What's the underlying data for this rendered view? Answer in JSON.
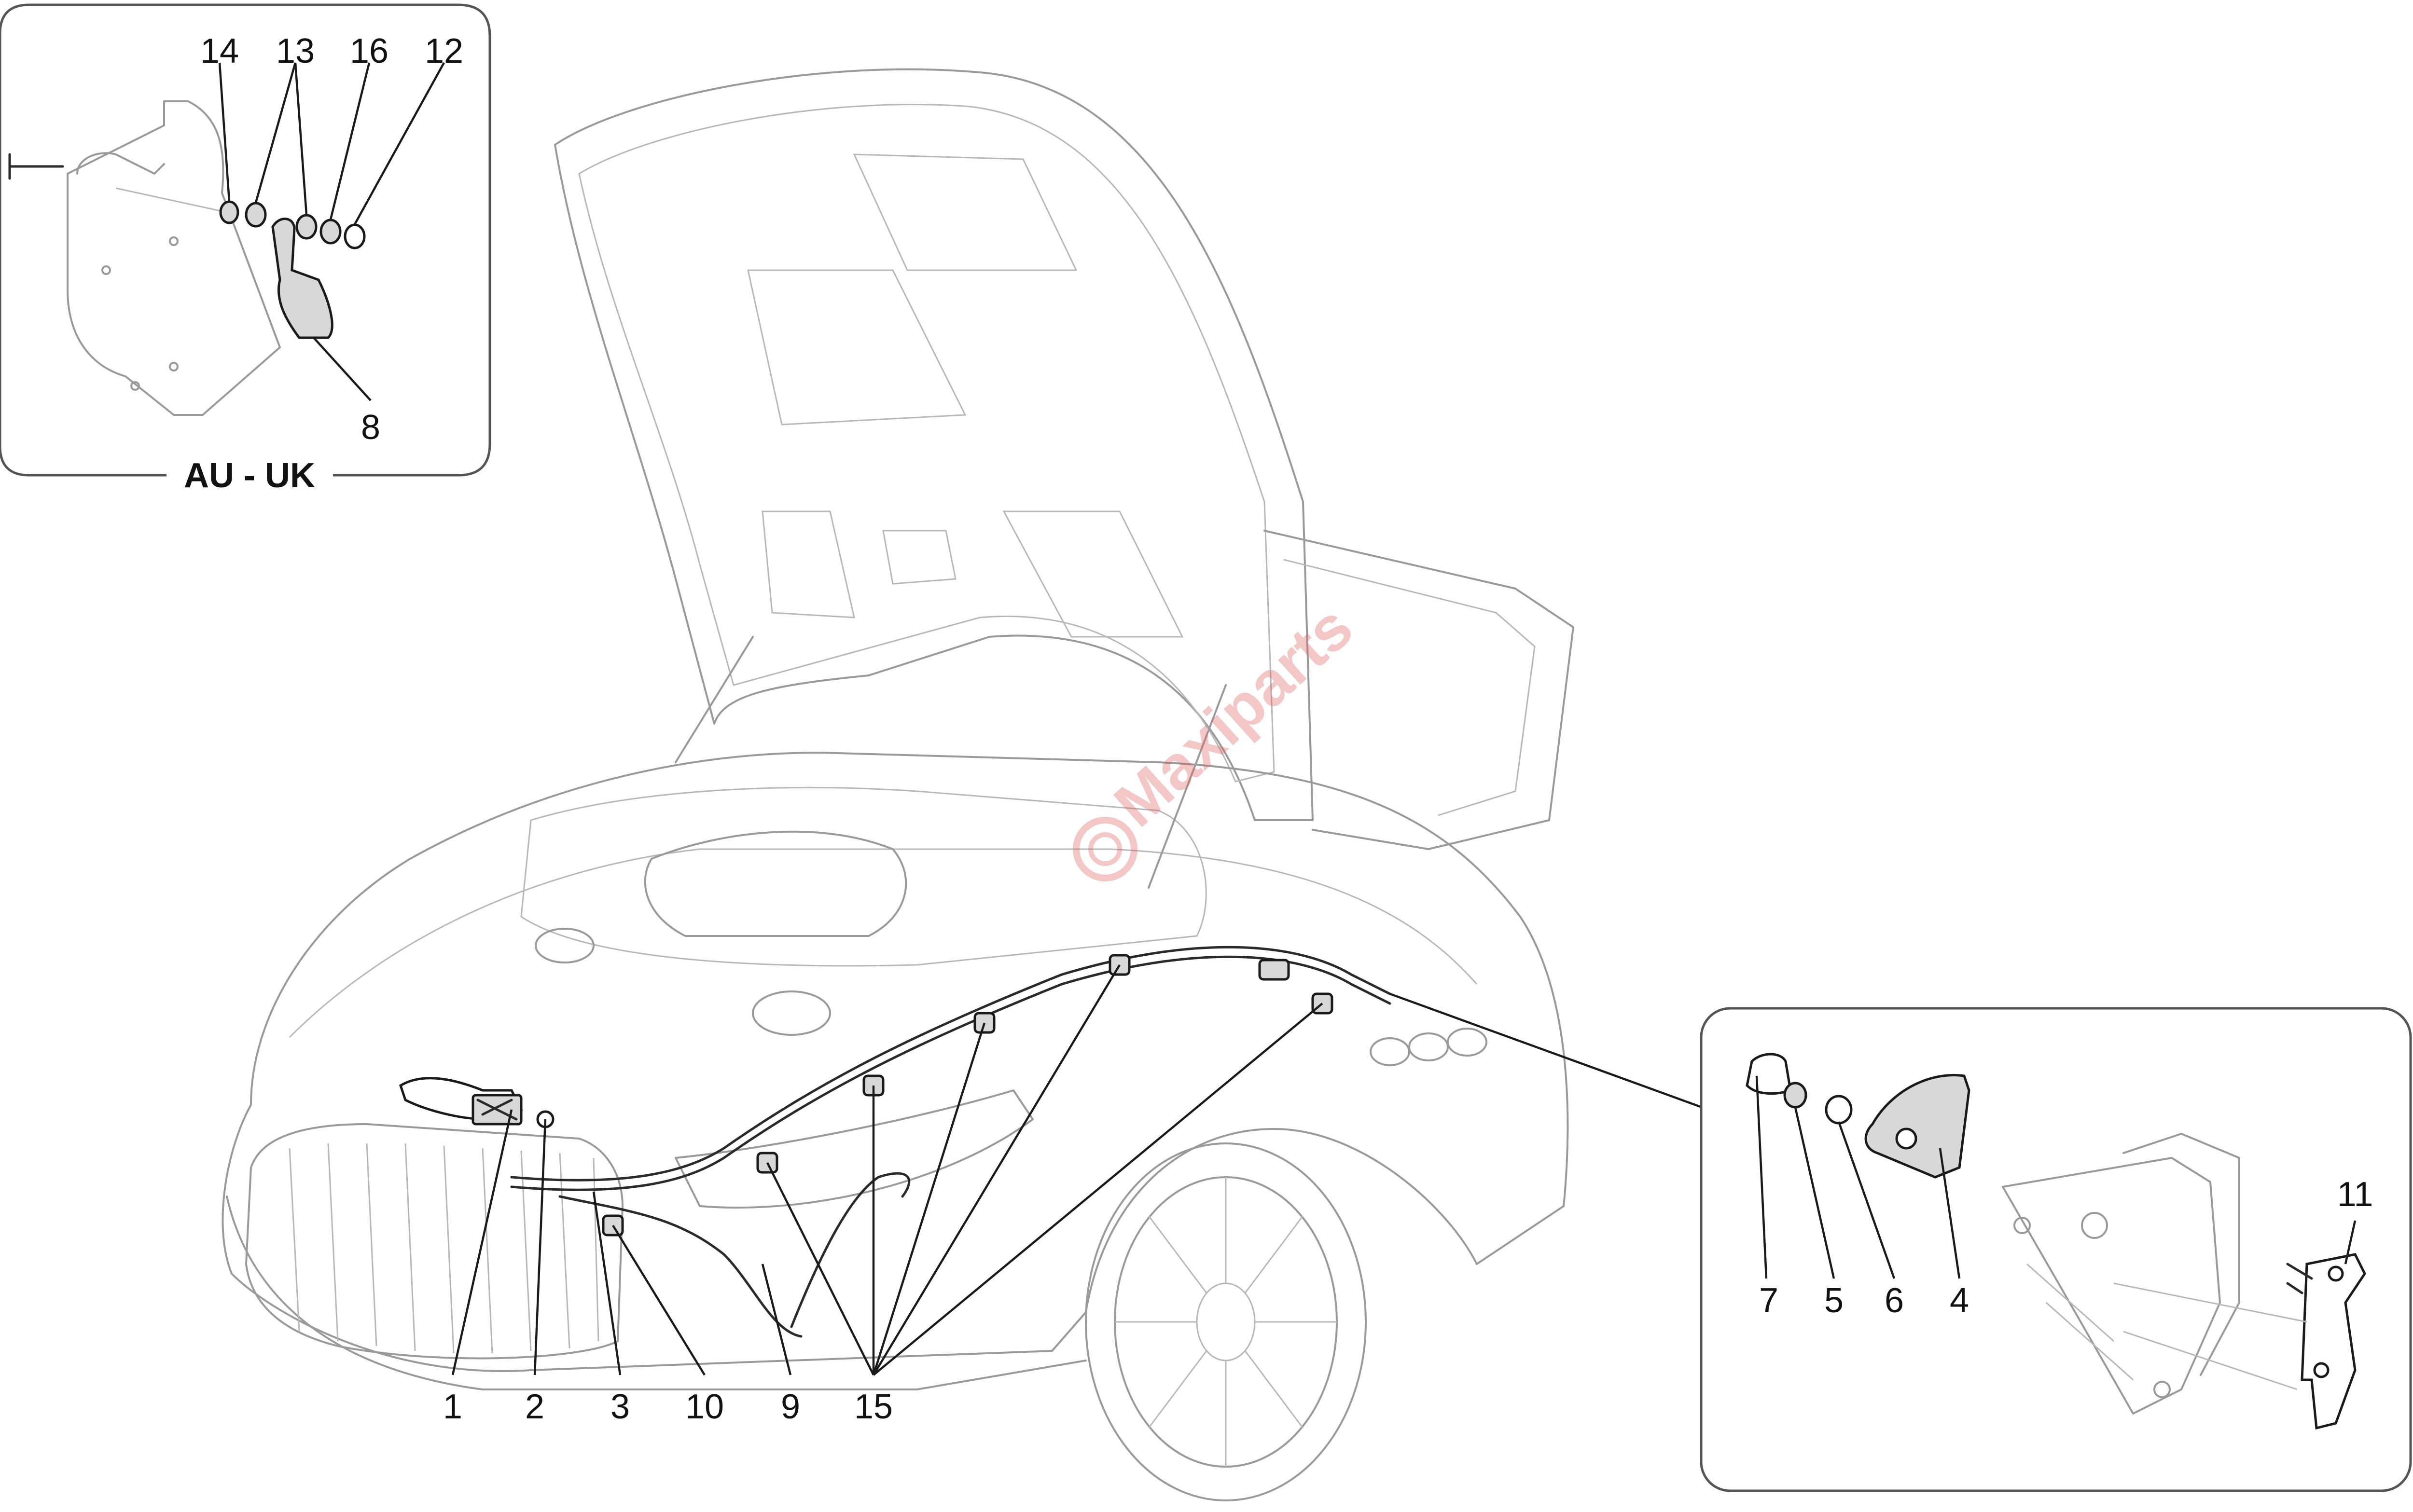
{
  "inset_au_uk": {
    "title": "AU - UK",
    "callouts": [
      "14",
      "13",
      "16",
      "12",
      "8"
    ]
  },
  "main_view": {
    "callouts": [
      "1",
      "2",
      "3",
      "10",
      "9",
      "15"
    ]
  },
  "inset_lock": {
    "callouts": [
      "7",
      "5",
      "6",
      "4",
      "11"
    ]
  },
  "watermark": {
    "text": "Maxiparts",
    "color": "#e06060"
  },
  "colors": {
    "outline": "#9a9a9a",
    "parts": "#1a1a1a",
    "frame": "#555555"
  }
}
